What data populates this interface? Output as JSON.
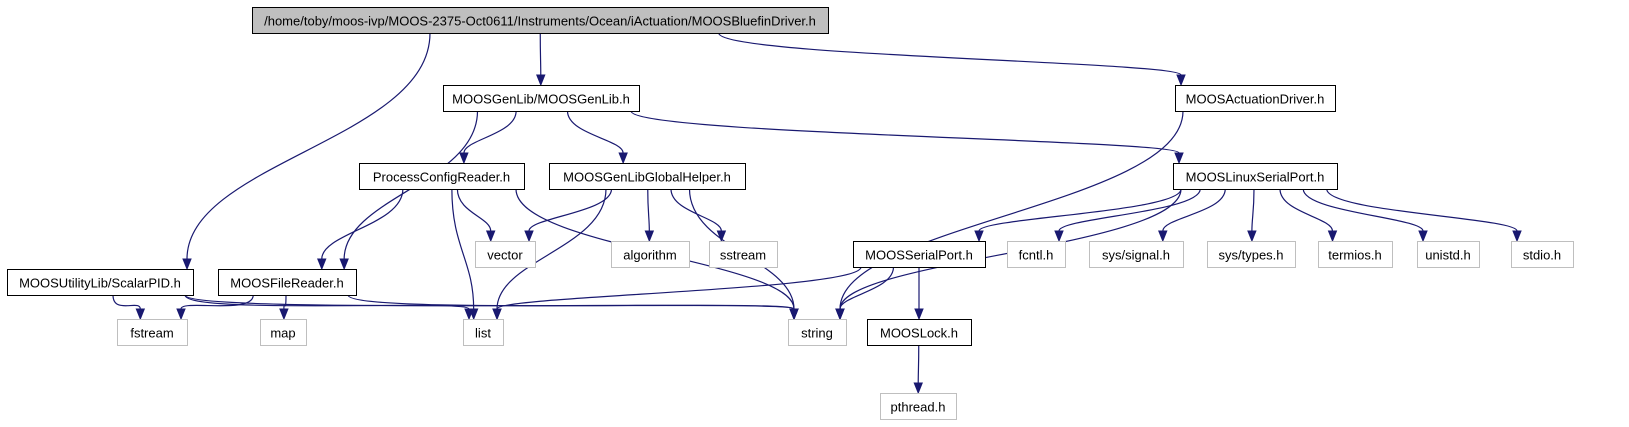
{
  "graph": {
    "nodes": [
      {
        "id": "root",
        "label": "/home/toby/moos-ivp/MOOS-2375-Oct0611/Instruments/Ocean/iActuation/MOOSBluefinDriver.h",
        "kind": "root",
        "name": "node-moosbluefindriver-h"
      },
      {
        "id": "genlib",
        "label": "MOOSGenLib/MOOSGenLib.h",
        "kind": "ref",
        "name": "node-moosgenlib-h"
      },
      {
        "id": "actdrv",
        "label": "MOOSActuationDriver.h",
        "kind": "ref",
        "name": "node-moosactuationdriver-h"
      },
      {
        "id": "pcr",
        "label": "ProcessConfigReader.h",
        "kind": "ref",
        "name": "node-processconfigreader-h"
      },
      {
        "id": "glh",
        "label": "MOOSGenLibGlobalHelper.h",
        "kind": "ref",
        "name": "node-moosgenlibglobalhelper-h"
      },
      {
        "id": "lsp",
        "label": "MOOSLinuxSerialPort.h",
        "kind": "ref",
        "name": "node-mooslinuxserialport-h"
      },
      {
        "id": "pid",
        "label": "MOOSUtilityLib/ScalarPID.h",
        "kind": "ref",
        "name": "node-scalarpid-h"
      },
      {
        "id": "mfr",
        "label": "MOOSFileReader.h",
        "kind": "ref",
        "name": "node-moosfilereader-h"
      },
      {
        "id": "vector",
        "label": "vector",
        "kind": "sys",
        "name": "node-vector"
      },
      {
        "id": "algorithm",
        "label": "algorithm",
        "kind": "sys",
        "name": "node-algorithm"
      },
      {
        "id": "sstream",
        "label": "sstream",
        "kind": "sys",
        "name": "node-sstream"
      },
      {
        "id": "msp",
        "label": "MOOSSerialPort.h",
        "kind": "ref",
        "name": "node-mooserialport-h"
      },
      {
        "id": "fcntl",
        "label": "fcntl.h",
        "kind": "sys",
        "name": "node-fcntl-h"
      },
      {
        "id": "signal",
        "label": "sys/signal.h",
        "kind": "sys",
        "name": "node-sys-signal-h"
      },
      {
        "id": "types",
        "label": "sys/types.h",
        "kind": "sys",
        "name": "node-sys-types-h"
      },
      {
        "id": "termios",
        "label": "termios.h",
        "kind": "sys",
        "name": "node-termios-h"
      },
      {
        "id": "unistd",
        "label": "unistd.h",
        "kind": "sys",
        "name": "node-unistd-h"
      },
      {
        "id": "stdio",
        "label": "stdio.h",
        "kind": "sys",
        "name": "node-stdio-h"
      },
      {
        "id": "fstream",
        "label": "fstream",
        "kind": "sys",
        "name": "node-fstream"
      },
      {
        "id": "map",
        "label": "map",
        "kind": "sys",
        "name": "node-map"
      },
      {
        "id": "list",
        "label": "list",
        "kind": "sys",
        "name": "node-list"
      },
      {
        "id": "string",
        "label": "string",
        "kind": "sys",
        "name": "node-string"
      },
      {
        "id": "lock",
        "label": "MOOSLock.h",
        "kind": "ref",
        "name": "node-mooslock-h"
      },
      {
        "id": "pthread",
        "label": "pthread.h",
        "kind": "sys",
        "name": "node-pthread-h"
      }
    ],
    "edges": [
      {
        "from": "root",
        "to": "genlib"
      },
      {
        "from": "root",
        "to": "actdrv"
      },
      {
        "from": "root",
        "to": "pid"
      },
      {
        "from": "genlib",
        "to": "pcr"
      },
      {
        "from": "genlib",
        "to": "glh"
      },
      {
        "from": "genlib",
        "to": "lsp"
      },
      {
        "from": "genlib",
        "to": "mfr"
      },
      {
        "from": "actdrv",
        "to": "string"
      },
      {
        "from": "pcr",
        "to": "mfr"
      },
      {
        "from": "pcr",
        "to": "vector"
      },
      {
        "from": "pcr",
        "to": "list"
      },
      {
        "from": "pcr",
        "to": "string"
      },
      {
        "from": "glh",
        "to": "vector"
      },
      {
        "from": "glh",
        "to": "algorithm"
      },
      {
        "from": "glh",
        "to": "sstream"
      },
      {
        "from": "glh",
        "to": "list"
      },
      {
        "from": "glh",
        "to": "string"
      },
      {
        "from": "lsp",
        "to": "msp"
      },
      {
        "from": "lsp",
        "to": "fcntl"
      },
      {
        "from": "lsp",
        "to": "signal"
      },
      {
        "from": "lsp",
        "to": "types"
      },
      {
        "from": "lsp",
        "to": "termios"
      },
      {
        "from": "lsp",
        "to": "unistd"
      },
      {
        "from": "lsp",
        "to": "stdio"
      },
      {
        "from": "lsp",
        "to": "string"
      },
      {
        "from": "pid",
        "to": "fstream"
      },
      {
        "from": "pid",
        "to": "list"
      },
      {
        "from": "pid",
        "to": "string"
      },
      {
        "from": "mfr",
        "to": "fstream"
      },
      {
        "from": "mfr",
        "to": "map"
      },
      {
        "from": "mfr",
        "to": "string"
      },
      {
        "from": "msp",
        "to": "list"
      },
      {
        "from": "msp",
        "to": "string"
      },
      {
        "from": "msp",
        "to": "lock"
      },
      {
        "from": "lock",
        "to": "pthread"
      }
    ]
  },
  "colors": {
    "edge": "#191970",
    "root_fill": "#bfbfbf",
    "node_border": "#000000",
    "system_border": "#bfbfbf"
  }
}
